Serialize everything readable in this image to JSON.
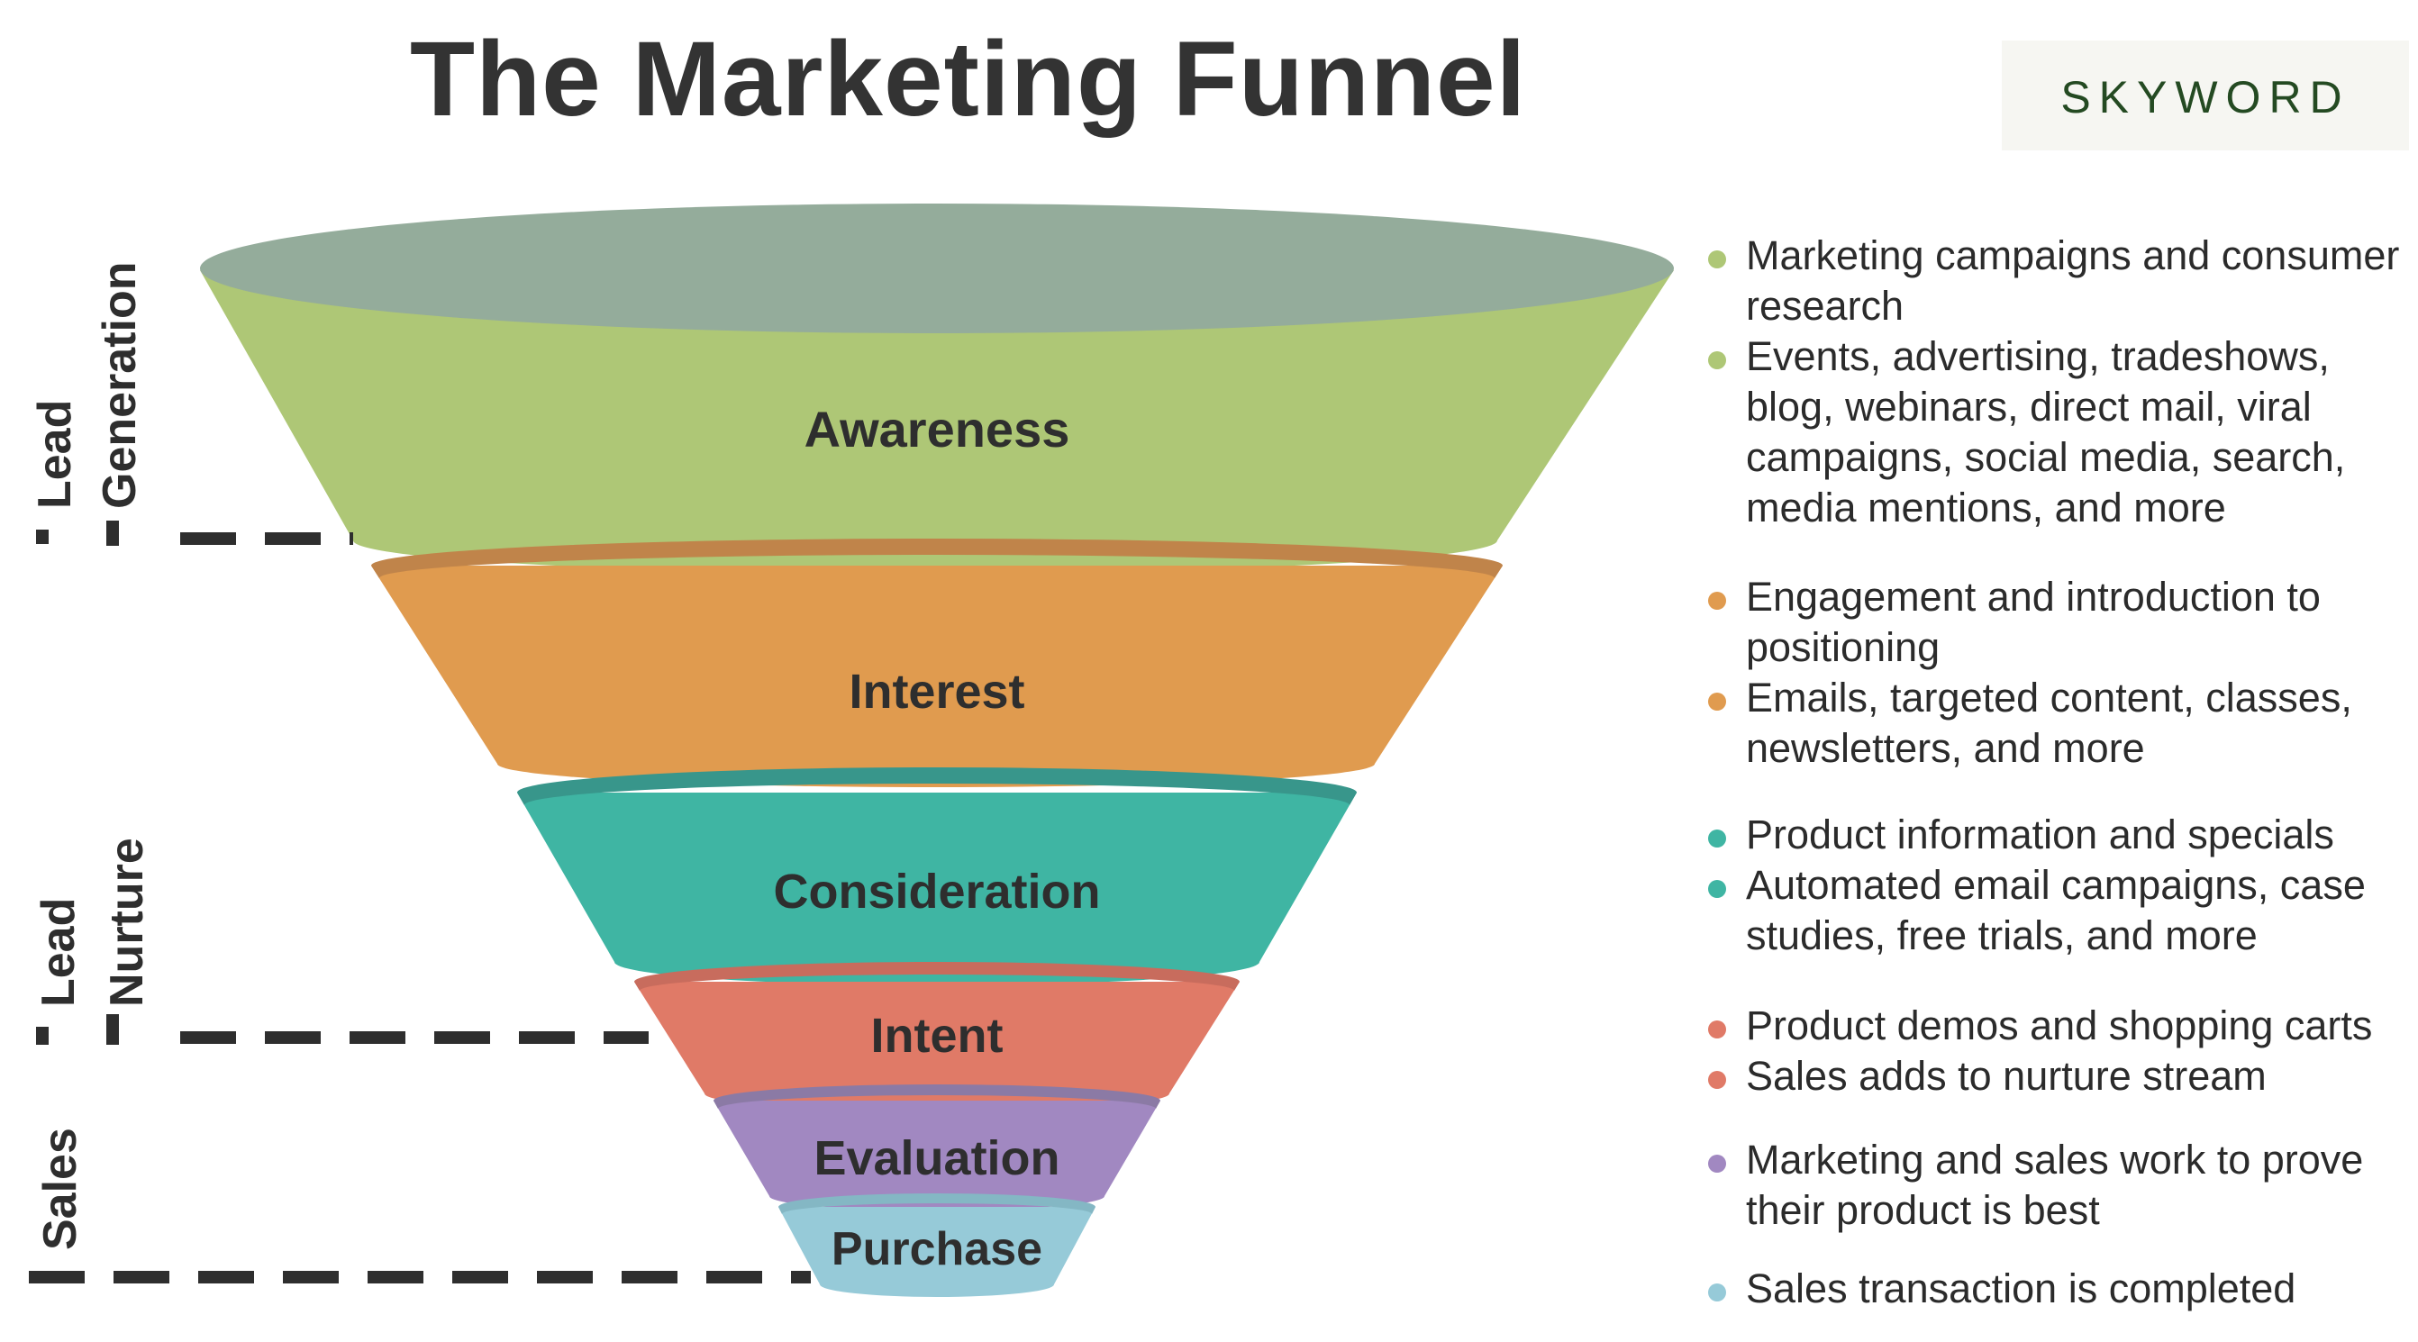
{
  "title": "The Marketing Funnel",
  "logo": "SKYWORD",
  "phases": [
    {
      "id": "lead-generation",
      "lines": [
        "Lead",
        "Generation"
      ]
    },
    {
      "id": "lead-nurture",
      "lines": [
        "Lead",
        "Nurture"
      ]
    },
    {
      "id": "sales",
      "lines": [
        "Sales"
      ]
    }
  ],
  "stages": [
    {
      "label": "Awareness",
      "color": "#aec776",
      "rim": "#94ac9b",
      "bullets": [
        "Marketing campaigns and consumer research",
        "Events, advertising, tradeshows, blog, webinars, direct mail, viral campaigns, social media, search, media mentions, and more"
      ]
    },
    {
      "label": "Interest",
      "color": "#e09b4f",
      "rim": "#c0844a",
      "bullets": [
        "Engagement and introduction to positioning",
        "Emails, targeted content, classes, newsletters, and more"
      ]
    },
    {
      "label": "Consideration",
      "color": "#3fb5a3",
      "rim": "#38968b",
      "bullets": [
        "Product information and specials",
        "Automated email campaigns, case studies, free trials, and more"
      ]
    },
    {
      "label": "Intent",
      "color": "#e07a67",
      "rim": "#c86c5d",
      "bullets": [
        "Product demos and shopping carts",
        "Sales adds to nurture stream"
      ]
    },
    {
      "label": "Evaluation",
      "color": "#a188c1",
      "rim": "#8b7aa5",
      "bullets": [
        "Marketing and sales work to prove their product is best"
      ]
    },
    {
      "label": "Purchase",
      "color": "#96cad8",
      "rim": "#84b7c4",
      "bullets": [
        "Sales transaction is completed"
      ]
    }
  ]
}
